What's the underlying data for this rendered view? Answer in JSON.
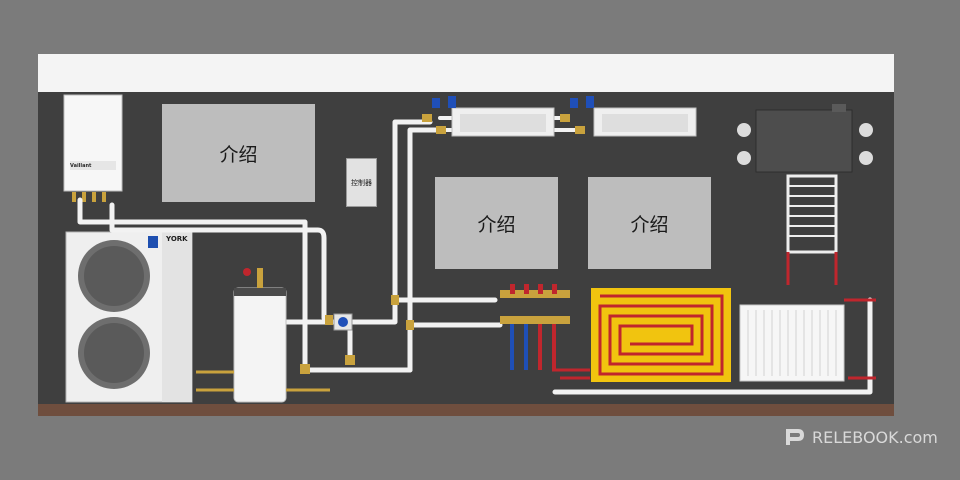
{
  "labels": {
    "intro_top_left": "介绍",
    "intro_center_left": "介绍",
    "intro_center_right": "介绍",
    "controller": "控制器",
    "heatpump_brand": "YORK",
    "boiler_brand": "Vaillant"
  },
  "watermark": {
    "text": "RELEBOOK.com",
    "logo_icon": "relebook-logo-icon"
  },
  "colors": {
    "background": "#7b7b7b",
    "wall": "#3f3f3f",
    "ceiling": "#f4f4f4",
    "floor": "#6f4e3e",
    "pipe": "#f2f2f2",
    "pipe_red": "#c0262d",
    "pipe_blue": "#1f4fb8",
    "brass": "#c9a23d",
    "floor_heating_panel": "#f1c40f"
  }
}
